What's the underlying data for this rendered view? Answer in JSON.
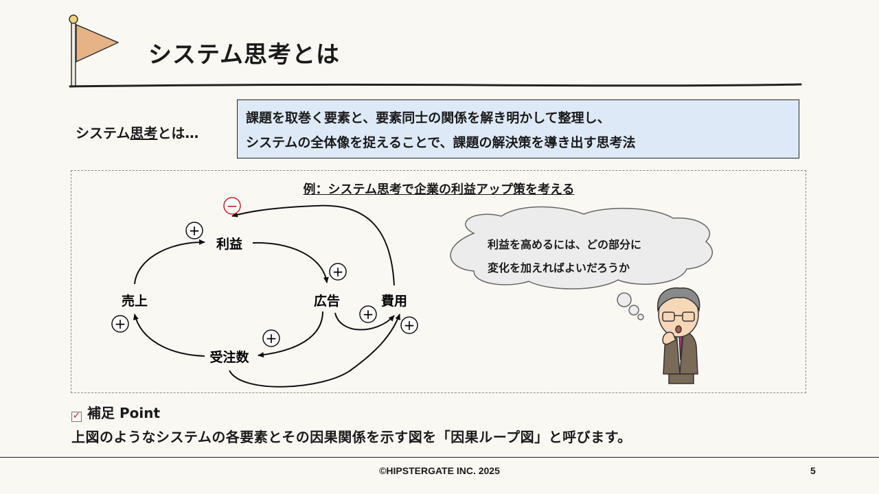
{
  "title": "システム思考とは",
  "lead": {
    "prefix": "システム",
    "underlined": "思考",
    "suffix": "とは…"
  },
  "definition": {
    "line1": "課題を取巻く要素と、要素同士の関係を解き明かして整理し、",
    "line2": "システムの全体像を捉えることで、課題の解決策を導き出す思考法"
  },
  "example": {
    "title": "例：システム思考で企業の利益アップ策を考える",
    "nodes": {
      "profit": "利益",
      "sales": "売上",
      "ads": "広告",
      "costs": "費用",
      "orders": "受注数"
    },
    "signs": {
      "plus": "+",
      "minus": "−"
    },
    "thought": {
      "line1": "利益を高めるには、どの部分に",
      "line2": "変化を加えればよいだろうか"
    }
  },
  "note": {
    "heading": "補足 Point",
    "text": "上図のようなシステムの各要素とその因果関係を示す図を「因果ループ図」と呼びます。"
  },
  "footer": {
    "copyright": "©HIPSTERGATE INC. 2025",
    "page": "5"
  },
  "colors": {
    "background": "#faf8f3",
    "flag": "#e6b386",
    "definition_box": "#dde9f6",
    "minus_sign": "#cc2222"
  }
}
